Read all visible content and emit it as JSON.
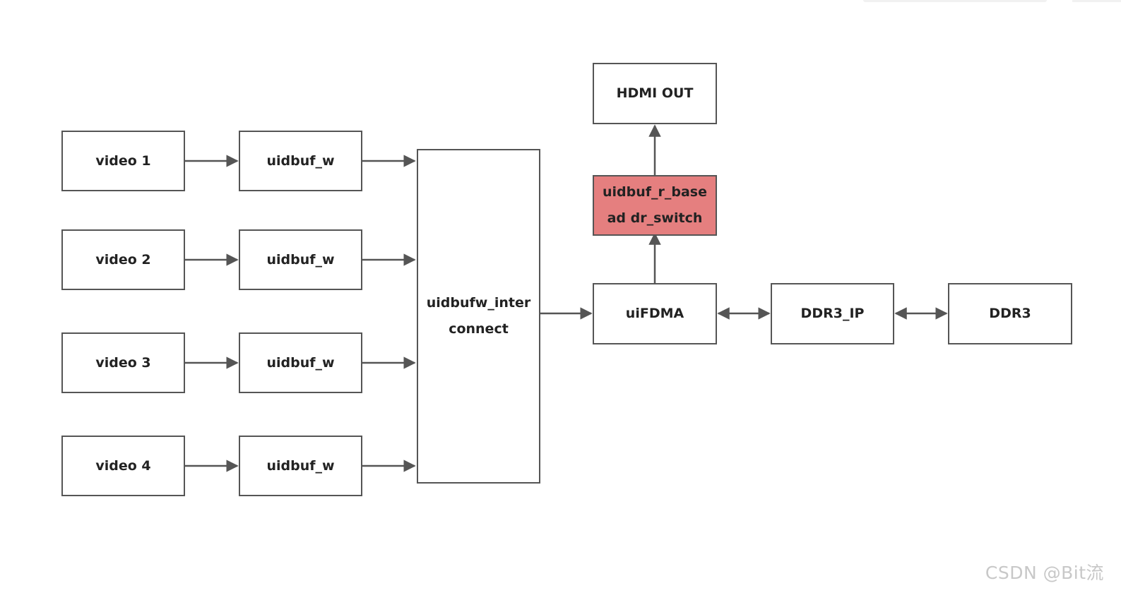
{
  "nodes": {
    "video1": "video 1",
    "video2": "video 2",
    "video3": "video 3",
    "video4": "video 4",
    "uidbuf_w1": "uidbuf_w",
    "uidbuf_w2": "uidbuf_w",
    "uidbuf_w3": "uidbuf_w",
    "uidbuf_w4": "uidbuf_w",
    "interconnect": "uidbufw_interconnect",
    "hdmi_out": "HDMI OUT",
    "uidbuf_r": "uidbuf_r_basead dr_switch",
    "uifdma": "uiFDMA",
    "ddr3_ip": "DDR3_IP",
    "ddr3": "DDR3"
  },
  "edges": [
    {
      "from": "video1",
      "to": "uidbuf_w1",
      "direction": "forward"
    },
    {
      "from": "video2",
      "to": "uidbuf_w2",
      "direction": "forward"
    },
    {
      "from": "video3",
      "to": "uidbuf_w3",
      "direction": "forward"
    },
    {
      "from": "video4",
      "to": "uidbuf_w4",
      "direction": "forward"
    },
    {
      "from": "uidbuf_w1",
      "to": "interconnect",
      "direction": "forward"
    },
    {
      "from": "uidbuf_w2",
      "to": "interconnect",
      "direction": "forward"
    },
    {
      "from": "uidbuf_w3",
      "to": "interconnect",
      "direction": "forward"
    },
    {
      "from": "uidbuf_w4",
      "to": "interconnect",
      "direction": "forward"
    },
    {
      "from": "interconnect",
      "to": "uifdma",
      "direction": "forward"
    },
    {
      "from": "uifdma",
      "to": "uidbuf_r",
      "direction": "forward"
    },
    {
      "from": "uidbuf_r",
      "to": "hdmi_out",
      "direction": "forward"
    },
    {
      "from": "uifdma",
      "to": "ddr3_ip",
      "direction": "both"
    },
    {
      "from": "ddr3_ip",
      "to": "ddr3",
      "direction": "both"
    }
  ],
  "colors": {
    "border": "#555555",
    "text": "#222222",
    "highlight_fill": "#e57f7f",
    "arrow": "#555555",
    "watermark": "#c8c8c8"
  },
  "watermark": "CSDN @Bit流"
}
